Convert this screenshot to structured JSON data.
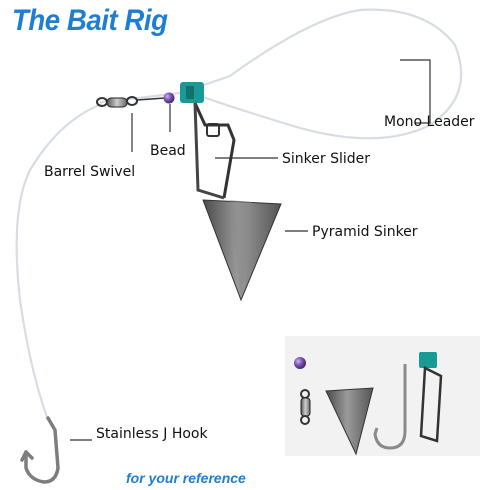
{
  "title": "The Bait Rig",
  "labels": {
    "mono_leader": "Mono Leader",
    "sinker_slider": "Sinker Slider",
    "bead": "Bead",
    "barrel_swivel": "Barrel Swivel",
    "pyramid_sinker": "Pyramid Sinker",
    "stainless_j_hook": "Stainless J Hook"
  },
  "reference_note": "for your reference",
  "colors": {
    "title": "#1e7fd2",
    "slider_clip": "#1a9a96",
    "bead": "#7a4fb0",
    "sinker": "#6e6e6e",
    "line": "#d8dde3",
    "inset_bg": "#f2f2f2"
  },
  "icons": [
    "barrel-swivel-icon",
    "bead-icon",
    "sinker-slider-icon",
    "pyramid-sinker-icon",
    "j-hook-icon"
  ]
}
